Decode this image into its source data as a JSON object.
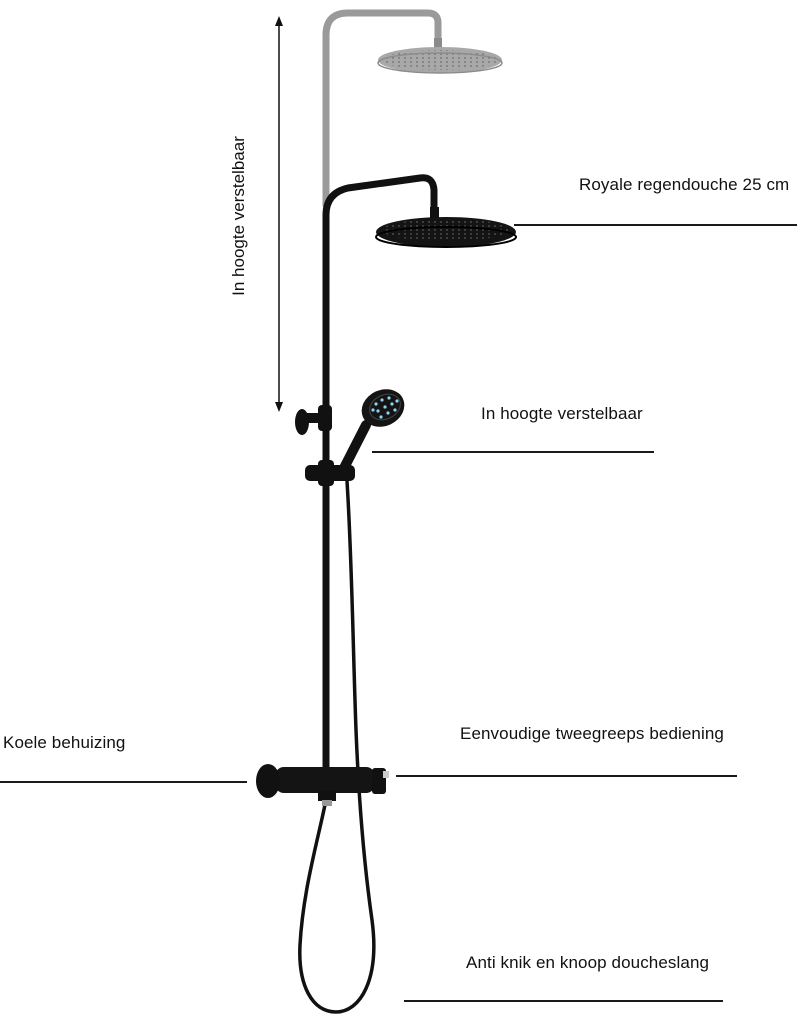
{
  "labels": {
    "vertical_adjust": "In hoogte verstelbaar",
    "rain_shower": "Royale regendouche 25 cm",
    "hand_shower_adjust": "In hoogte verstelbaar",
    "cool_body": "Koele behuizing",
    "two_handle": "Eenvoudige tweegreeps bediening",
    "anti_kink_hose": "Anti knik en knoop doucheslang"
  },
  "colors": {
    "product": "#111111",
    "ghost_position": "#9a9a9a",
    "text": "#111111",
    "background": "#ffffff"
  }
}
